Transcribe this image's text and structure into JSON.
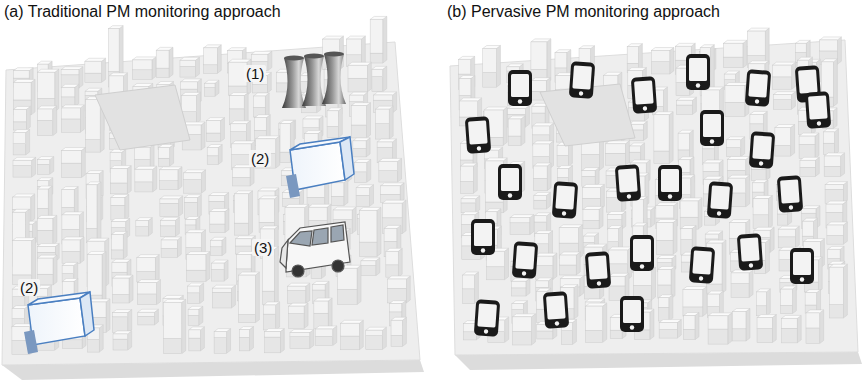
{
  "diagram": {
    "labels": [
      "(a) Traditional PM monitoring approach",
      "(b) Pervasive PM monitoring approach",
      "(1)",
      "(2)",
      "(3)",
      "(2)"
    ]
  }
}
